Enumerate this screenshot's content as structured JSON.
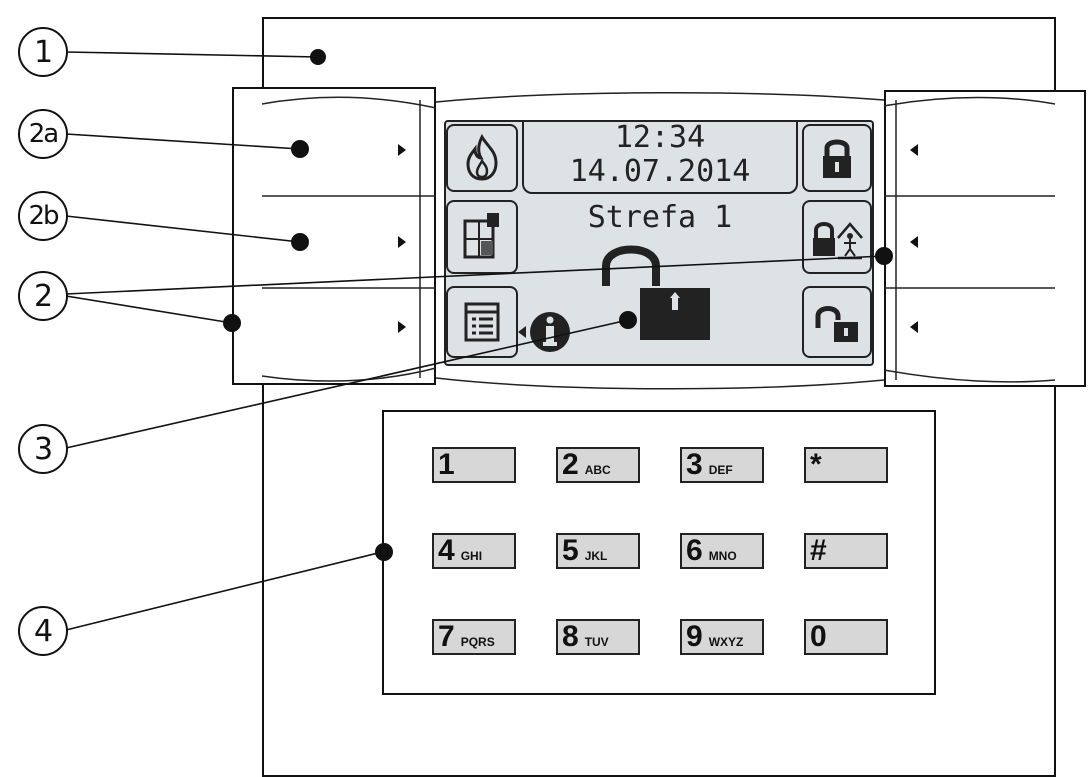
{
  "callouts": [
    "1",
    "2a",
    "2b",
    "2",
    "3",
    "4"
  ],
  "display": {
    "time": "12:34",
    "date": "14.07.2014",
    "zone": "Strefa 1",
    "icons": {
      "left": [
        "fire-icon",
        "zone-plan-icon",
        "menu-list-icon"
      ],
      "right": [
        "lock-closed-icon",
        "lock-home-icon",
        "lock-open-icon"
      ],
      "center": [
        "info-icon",
        "padlock-open-icon"
      ]
    }
  },
  "keypad": {
    "keys": [
      {
        "main": "1",
        "sub": ""
      },
      {
        "main": "2",
        "sub": "ABC"
      },
      {
        "main": "3",
        "sub": "DEF"
      },
      {
        "main": "*",
        "sub": ""
      },
      {
        "main": "4",
        "sub": "GHI"
      },
      {
        "main": "5",
        "sub": "JKL"
      },
      {
        "main": "6",
        "sub": "MNO"
      },
      {
        "main": "#",
        "sub": ""
      },
      {
        "main": "7",
        "sub": "PQRS"
      },
      {
        "main": "8",
        "sub": "TUV"
      },
      {
        "main": "9",
        "sub": "WXYZ"
      },
      {
        "main": "0",
        "sub": ""
      }
    ]
  },
  "colors": {
    "line": "#111111",
    "lcd_background": "#dde3e5",
    "key_face": "#d7d7d7"
  }
}
